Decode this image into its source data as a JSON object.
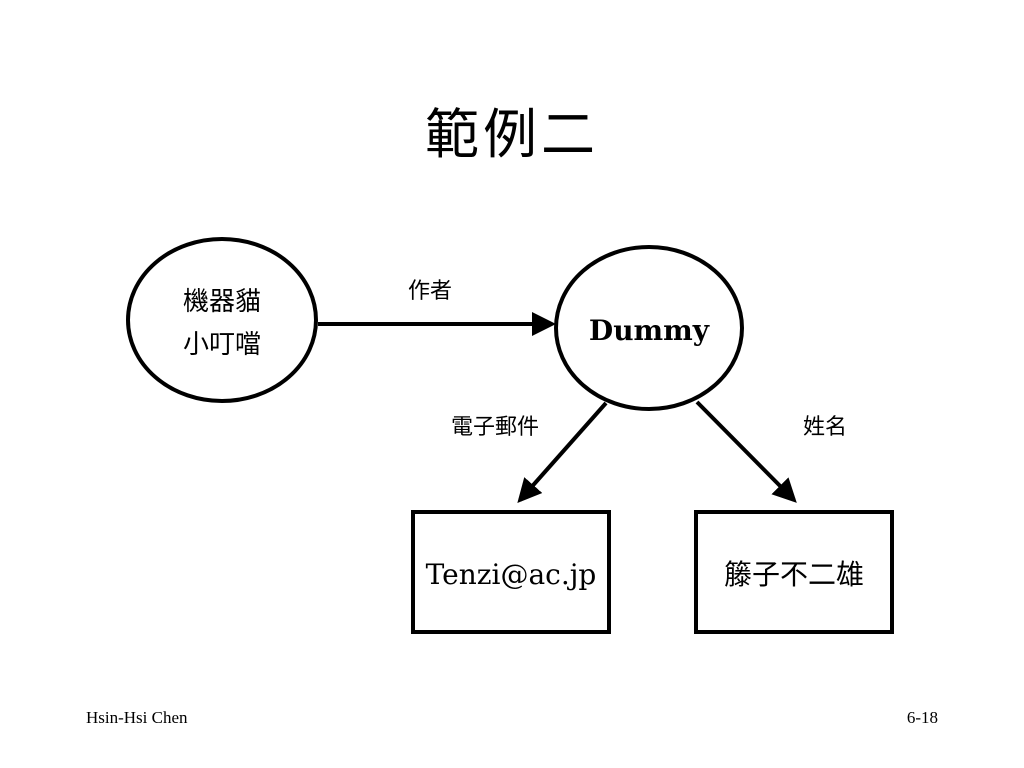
{
  "slide": {
    "title": "範例二",
    "footer_left": "Hsin-Hsi Chen",
    "footer_right": "6-18"
  },
  "diagram": {
    "nodes": {
      "source": {
        "line1": "機器貓",
        "line2": "小叮噹"
      },
      "dummy": {
        "label": "Dummy"
      },
      "email": {
        "label": "Tenzi@ac.jp"
      },
      "name": {
        "label": "籐子不二雄"
      }
    },
    "edges": {
      "author": "作者",
      "email": "電子郵件",
      "name": "姓名"
    }
  }
}
